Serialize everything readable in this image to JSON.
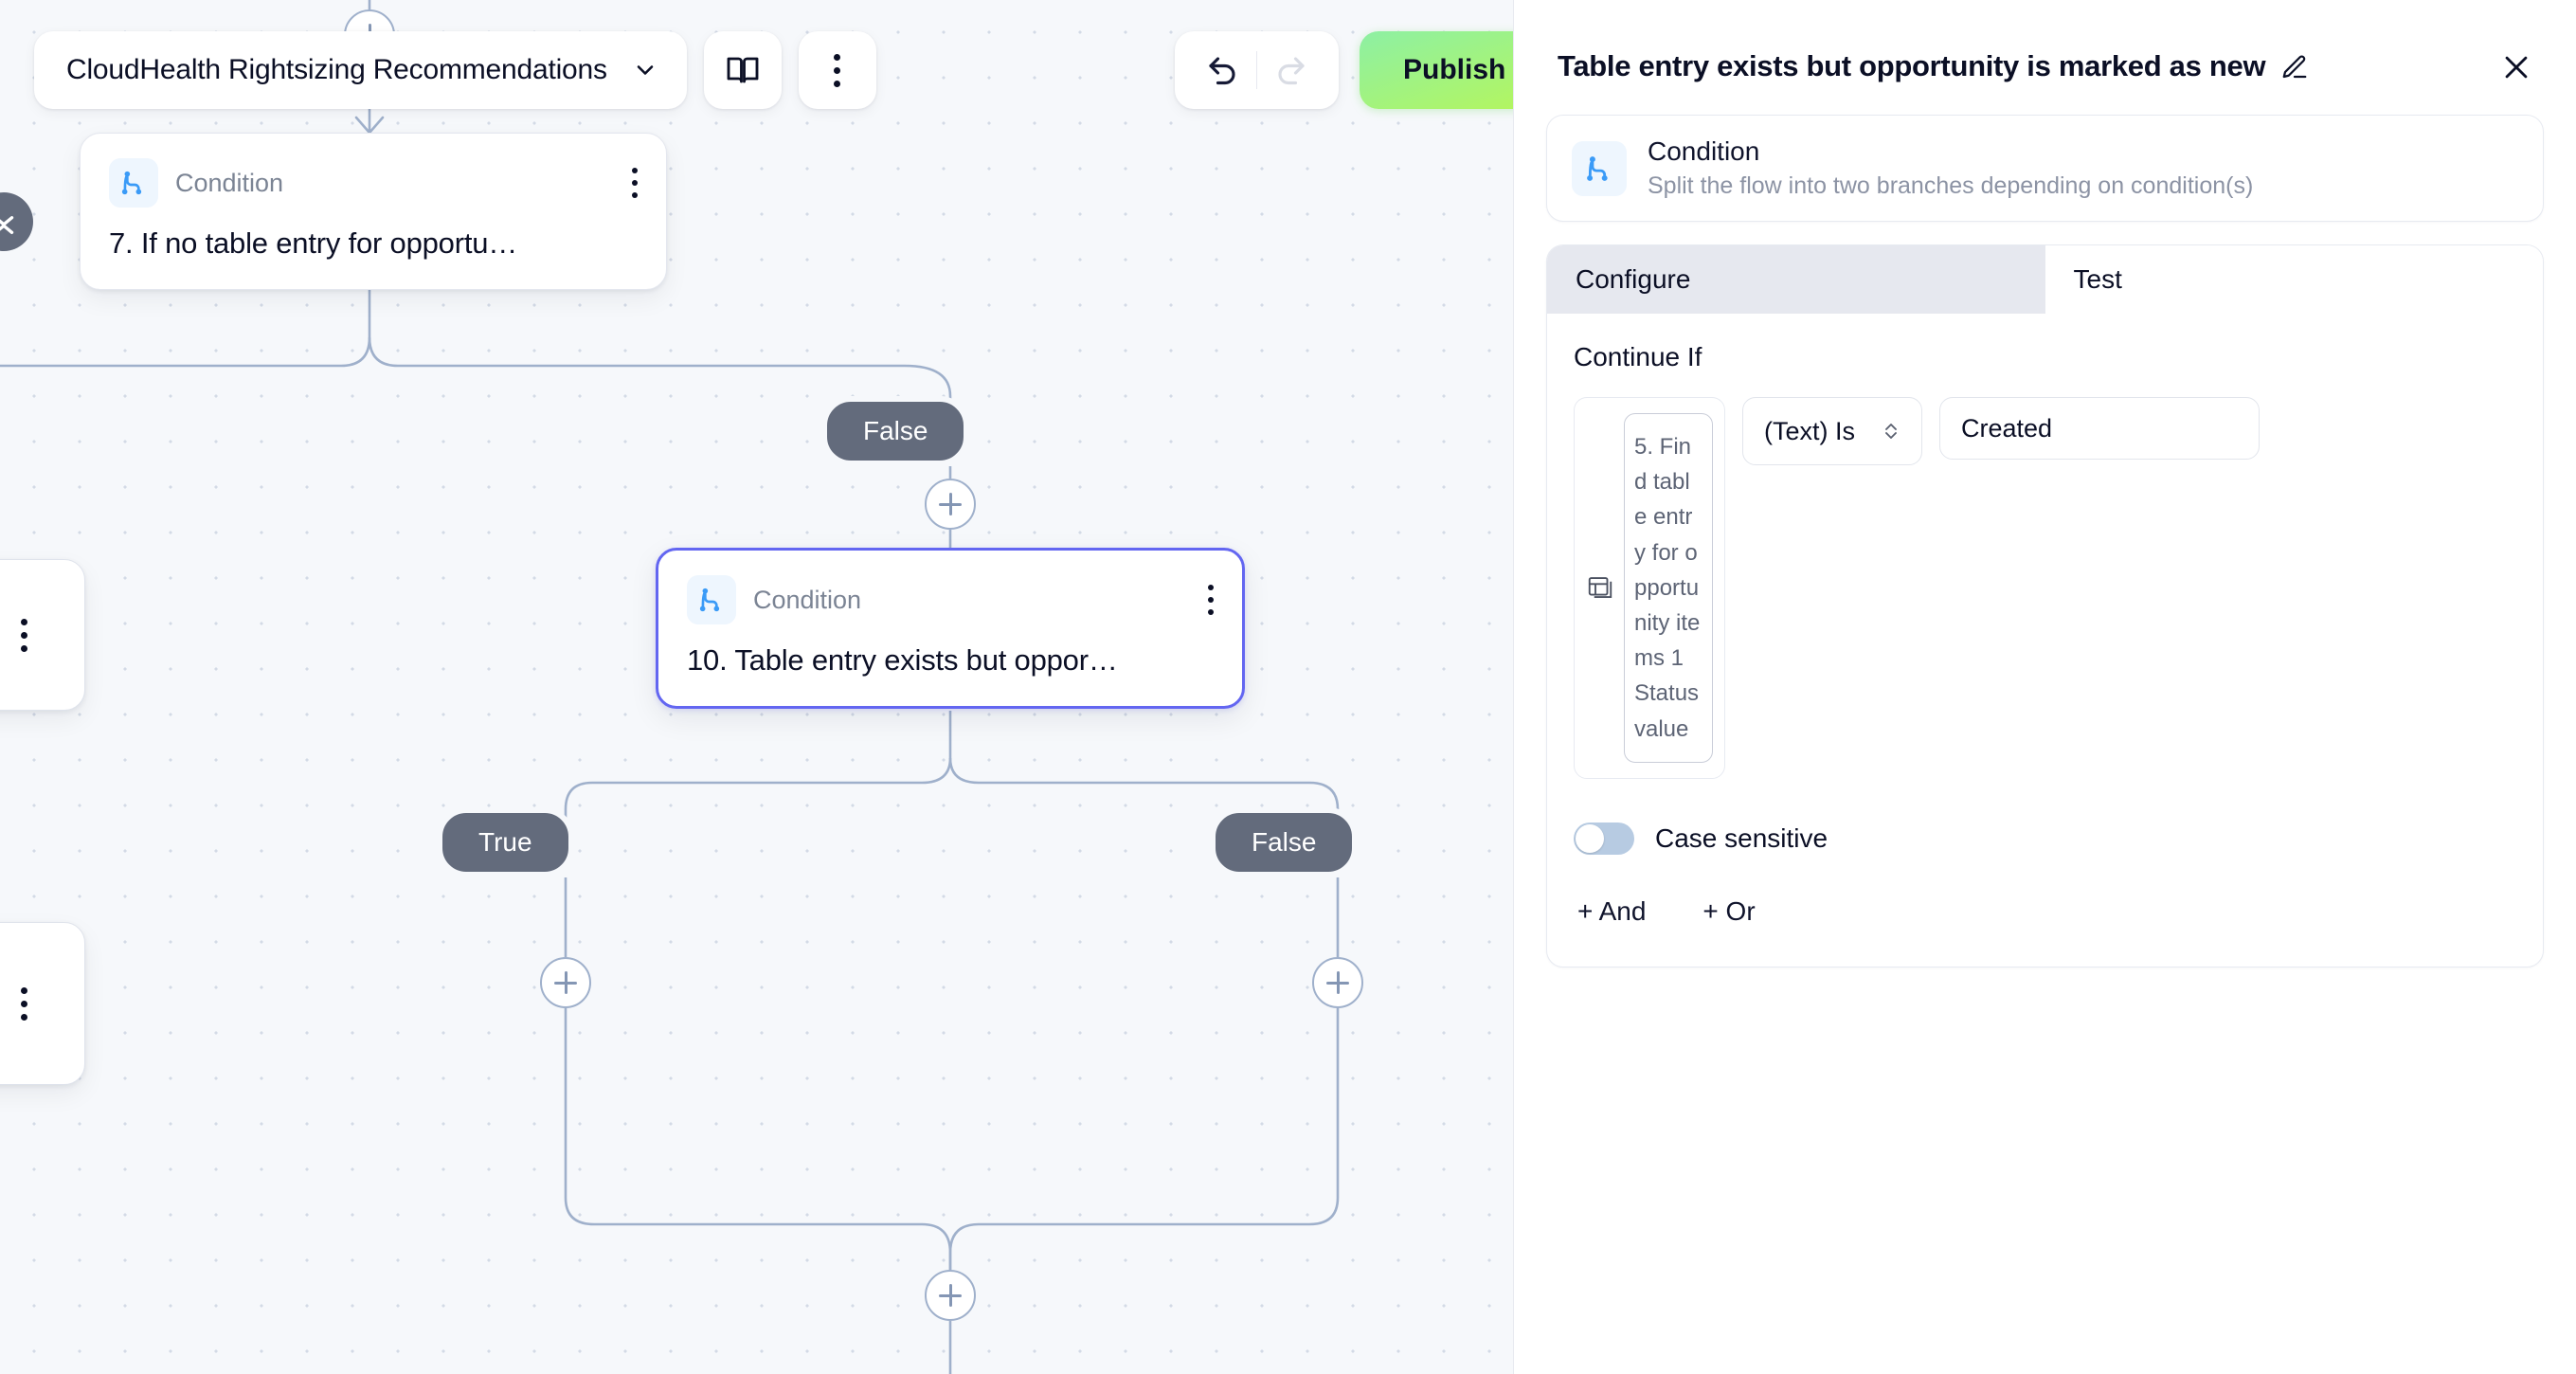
{
  "toolbar": {
    "flow_name": "CloudHealth Rightsizing Recommendations",
    "chevron_icon": "chevron-down-icon",
    "docs_icon": "book-icon",
    "more_icon": "kebab-menu-icon",
    "undo_icon": "undo-arrow-icon",
    "redo_icon": "redo-arrow-icon",
    "publish_label": "Publish"
  },
  "canvas": {
    "collapse_icon": "collapse-chevrons-icon",
    "add_step_icon": "plus-icon",
    "nodes": [
      {
        "type_label": "Condition",
        "title": "7. If no table entry for opportu…",
        "icon": "condition-branch-icon",
        "menu_icon": "kebab-menu-icon",
        "selected": false
      },
      {
        "type_label": "Condition",
        "title": "10. Table entry exists but oppor…",
        "icon": "condition-branch-icon",
        "menu_icon": "kebab-menu-icon",
        "selected": true
      }
    ],
    "branches": {
      "upper_false": "False",
      "lower_true": "True",
      "lower_false": "False"
    }
  },
  "panel": {
    "title": "Table entry exists but opportunity is marked as new",
    "edit_icon": "pencil-icon",
    "close_icon": "close-x-icon",
    "info": {
      "icon": "condition-branch-icon",
      "title": "Condition",
      "subtitle": "Split the flow into two branches depending on condition(s)"
    },
    "tabs": [
      {
        "label": "Configure",
        "active": true
      },
      {
        "label": "Test",
        "active": false
      }
    ],
    "configure": {
      "section_label": "Continue If",
      "variable_icon": "table-icon",
      "variable_chip": "5. Find table entry for opportunity items 1 Status value",
      "operator": "(Text) Is",
      "operator_chevron_icon": "chevron-updown-icon",
      "value": "Created",
      "value_placeholder": "Value",
      "case_sensitive_label": "Case sensitive",
      "case_sensitive_on": false,
      "add_and_label": "+ And",
      "add_or_label": "+ Or"
    }
  },
  "colors": {
    "accent_selected": "#6366f1",
    "publish_gradient_start": "#8df0a4",
    "publish_gradient_end": "#b6f65b",
    "branch_pill": "#636b7c",
    "canvas_bg": "#f6f8fb",
    "connector": "#9fb0cb"
  }
}
